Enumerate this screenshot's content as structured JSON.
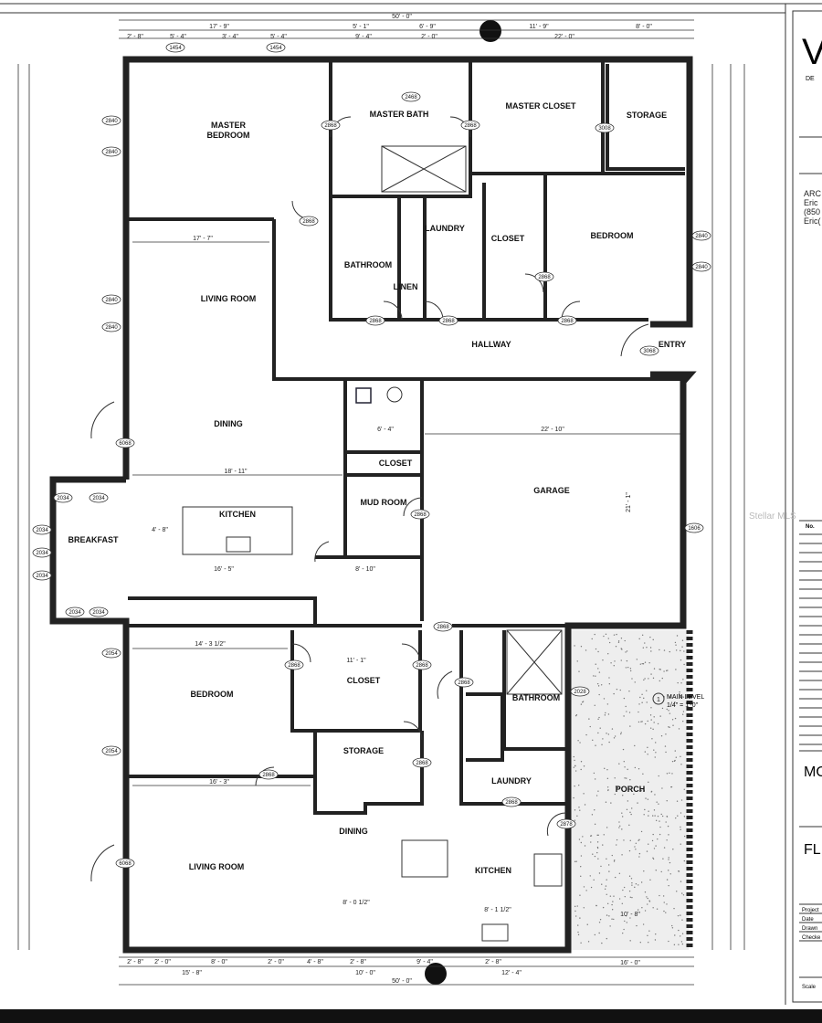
{
  "plan": {
    "rooms": {
      "master_bedroom_1": "MASTER",
      "master_bedroom_2": "BEDROOM",
      "master_bath": "MASTER BATH",
      "master_closet": "MASTER CLOSET",
      "storage_top": "STORAGE",
      "laundry_top": "LAUNDRY",
      "closet_top": "CLOSET",
      "bedroom_top": "BEDROOM",
      "bathroom_top": "BATHROOM",
      "linen": "LINEN",
      "living_room_top": "LIVING ROOM",
      "hallway": "HALLWAY",
      "entry": "ENTRY",
      "dining_top": "DINING",
      "closet_mud": "CLOSET",
      "mud_room": "MUD ROOM",
      "garage": "GARAGE",
      "kitchen_top": "KITCHEN",
      "breakfast": "BREAKFAST",
      "bedroom_bottom": "BEDROOM",
      "closet_bottom": "CLOSET",
      "storage_bottom": "STORAGE",
      "bathroom_bottom": "BATHROOM",
      "laundry_bottom": "LAUNDRY",
      "porch": "PORCH",
      "dining_bottom": "DINING",
      "living_room_bottom": "LIVING ROOM",
      "kitchen_bottom": "KITCHEN"
    },
    "dimensions": {
      "overall_top": "50' - 0\"",
      "overall_bottom": "50' - 0\"",
      "top_a": "17' - 9\"",
      "top_b": "5' - 1\"",
      "top_c": "6' - 9\"",
      "top_d": "11' - 9\"",
      "top_e": "8' - 0\"",
      "top_f": "2' - 8\"",
      "top_g": "5' - 4\"",
      "top_h": "3' - 4\"",
      "top_i": "5' - 4\"",
      "top_j": "9' - 4\"",
      "top_k": "2' - 0\"",
      "top_l": "22' - 0\"",
      "living_top": "17' - 7\"",
      "kitchen_w": "18' - 11\"",
      "garage_w": "22' - 10\"",
      "garage_h": "21' - 1\"",
      "mud_w": "6' - 4\"",
      "island": "4' - 8\"",
      "kitchen_run": "16' - 5\"",
      "pass": "8' - 10\"",
      "bed_w": "14' - 3 1/2\"",
      "closet_w": "11' - 1\"",
      "living_bottom": "16' - 3\"",
      "dining_run": "8' - 0 1/2\"",
      "kitchen_bottom_run": "8' - 1 1/2\"",
      "porch_w": "10' - 8\"",
      "right_16": "16' - 0\"",
      "bottom_a": "2' - 8\"",
      "bottom_b": "2' - 0\"",
      "bottom_c": "8' - 0\"",
      "bottom_d": "2' - 0\"",
      "bottom_e": "4' - 8\"",
      "bottom_f": "2' - 8\"",
      "bottom_g": "9' - 4\"",
      "bottom_h": "2' - 8\"",
      "bottom_i": "15' - 8\"",
      "bottom_j": "10' - 0\"",
      "bottom_k": "12' - 4\""
    },
    "tags": {
      "win1": "1454",
      "win2": "1454",
      "door_mb": "2468",
      "w2840": "2840",
      "d2868": "2868",
      "d3068": "3068",
      "d3008": "3008",
      "d6068": "6068",
      "w2034": "2034",
      "w2054": "2054",
      "d1606": "1606",
      "d2878": "2878",
      "d2028": "2028"
    },
    "level_callout_num": "1",
    "level_callout_title": "MAIN LEVEL",
    "level_callout_scale": "1/4\" = 1'-0\"",
    "watermark": "Stellar MLS"
  },
  "title_block": {
    "logo_letter": "V",
    "logo_sub": "DE",
    "arch_label": "ARC",
    "arch_name": "Eric",
    "arch_phone": "(850",
    "arch_email": "Eric(",
    "rev_no": "No.",
    "sheet_title_1": "MO",
    "sheet_title_2": "FL",
    "project": "Project",
    "date": "Date",
    "drawn": "Drawn",
    "checked": "Checke",
    "scale": "Scale"
  }
}
